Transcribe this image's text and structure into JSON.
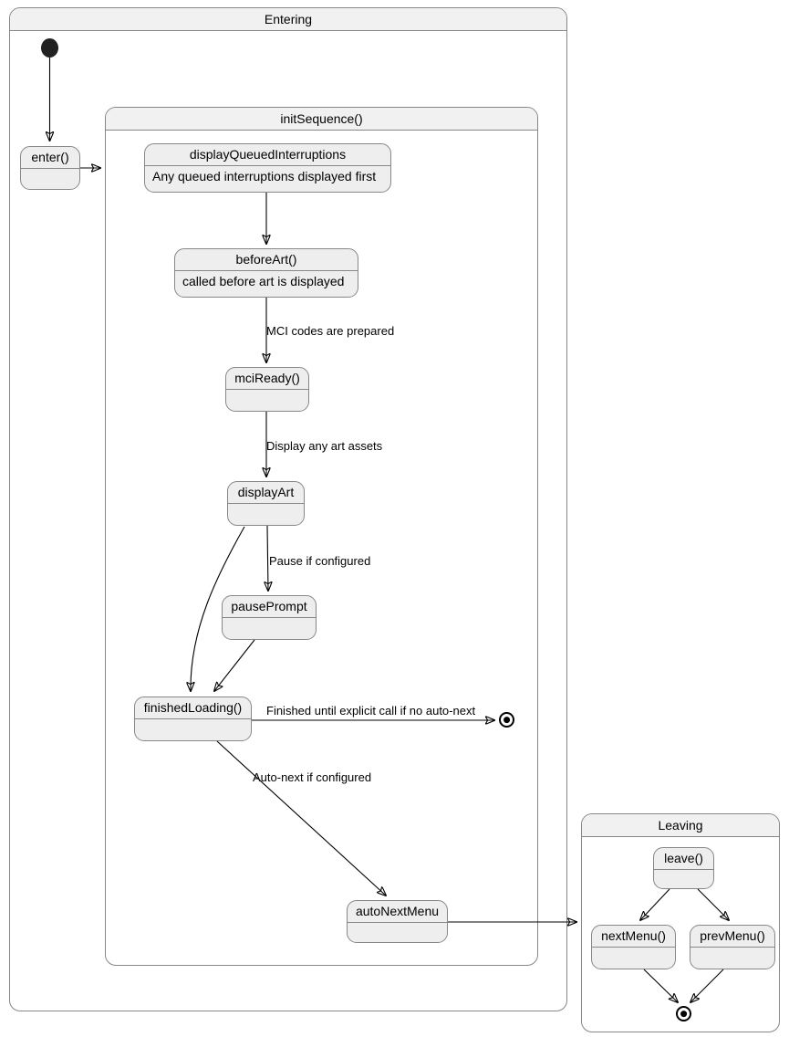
{
  "diagram": {
    "type": "uml-state-machine",
    "title": "Entering"
  },
  "containers": {
    "entering": {
      "label": "Entering"
    },
    "init_sequence": {
      "label": "initSequence()"
    },
    "leaving": {
      "label": "Leaving"
    }
  },
  "states": {
    "enter": {
      "title": "enter()",
      "body": ""
    },
    "display_queued_interruptions": {
      "title": "displayQueuedInterruptions",
      "body": "Any queued interruptions displayed first"
    },
    "before_art": {
      "title": "beforeArt()",
      "body": "called before art is displayed"
    },
    "mci_ready": {
      "title": "mciReady()",
      "body": ""
    },
    "display_art": {
      "title": "displayArt",
      "body": ""
    },
    "pause_prompt": {
      "title": "pausePrompt",
      "body": ""
    },
    "finished_loading": {
      "title": "finishedLoading()",
      "body": ""
    },
    "auto_next_menu": {
      "title": "autoNextMenu",
      "body": ""
    },
    "leave": {
      "title": "leave()",
      "body": ""
    },
    "next_menu": {
      "title": "nextMenu()",
      "body": ""
    },
    "prev_menu": {
      "title": "prevMenu()",
      "body": ""
    }
  },
  "transitions": {
    "mci_codes_prepared": {
      "label": "MCI codes are prepared"
    },
    "display_art_assets": {
      "label": "Display any art assets"
    },
    "pause_if_configured": {
      "label": "Pause if configured"
    },
    "finished_until_explicit": {
      "label": "Finished until explicit call if no auto-next"
    },
    "auto_next_if_configured": {
      "label": "Auto-next if configured"
    }
  },
  "colors": {
    "state_fill": "#eeeeee",
    "container_header_fill": "#f1f1f1",
    "border": "#878787",
    "arrow": "#000000",
    "canvas": "#ffffff"
  }
}
